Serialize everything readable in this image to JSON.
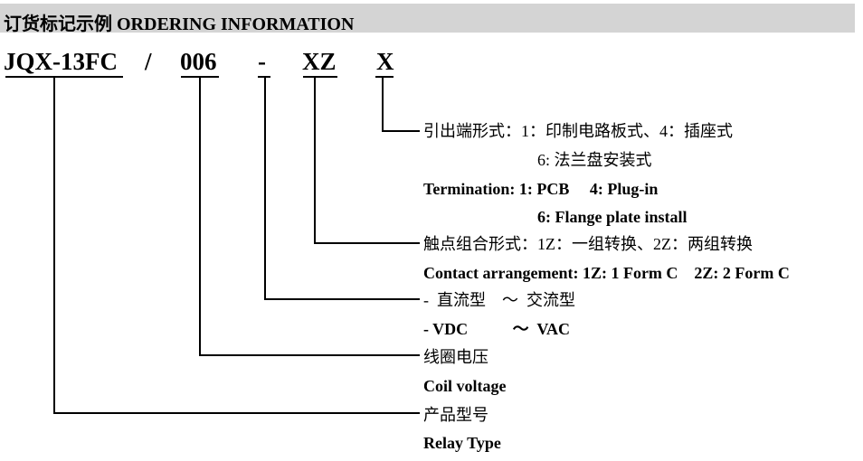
{
  "header": {
    "title": "订货标记示例 ORDERING INFORMATION"
  },
  "code": {
    "model": "JQX-13FC",
    "sep1": "/",
    "voltage": "006",
    "sep2": "-",
    "contact": "XZ",
    "termination": "X"
  },
  "descriptions": {
    "termination_cn_1": "引出端形式：1：印制电路板式、4：插座式",
    "termination_cn_2": "6: 法兰盘安装式",
    "termination_en_1": "Termination: 1: PCB     4: Plug-in",
    "termination_en_2": "6: Flange plate install",
    "contact_cn": "触点组合形式：1Z：一组转换、2Z：两组转换",
    "contact_en": "Contact arrangement: 1Z: 1 Form C    2Z: 2 Form C",
    "current_cn": "-  直流型    ～  交流型",
    "current_en": "- VDC           ～  VAC",
    "coil_cn": "线圈电压",
    "coil_en": "Coil voltage",
    "type_cn": "产品型号",
    "type_en": "Relay Type"
  }
}
